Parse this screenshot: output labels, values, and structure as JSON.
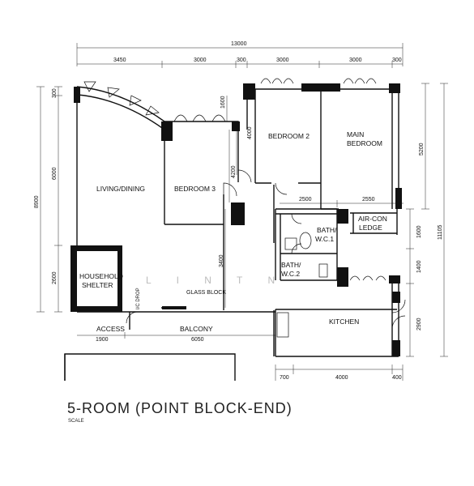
{
  "plan": {
    "title": "5-ROOM (POINT BLOCK-END)",
    "scale_label": "SCALE",
    "watermark": "L I N T N"
  },
  "rooms": {
    "living": "LIVING/DINING",
    "bedroom3": "BEDROOM 3",
    "bedroom2": "BEDROOM 2",
    "main_line1": "MAIN",
    "main_line2": "BEDROOM",
    "shelter_line1": "HOUSEHOLD",
    "shelter_line2": "SHELTER",
    "bath1_line1": "BATH/",
    "bath1_line2": "W.C.1",
    "bath2_line1": "BATH/",
    "bath2_line2": "W.C.2",
    "aircon_line1": "AIR-CON",
    "aircon_line2": "LEDGE",
    "kitchen": "KITCHEN",
    "access": "ACCESS",
    "balcony": "BALCONY",
    "glass_block": "GLASS BLOCK",
    "ic_drop": "I/C DROP"
  },
  "dimensions": {
    "overall_width": "13000",
    "top": [
      "3450",
      "3000",
      "300",
      "3000",
      "3000",
      "300"
    ],
    "left": [
      "300",
      "6000",
      "8900",
      "2600"
    ],
    "right": [
      "5200",
      "11105",
      "1600",
      "1400",
      "2900"
    ],
    "interior": {
      "d1600": "1600",
      "d4000": "4000",
      "d4200": "4200",
      "d3400": "3400",
      "d2500": "2500",
      "d2550": "2550"
    },
    "bottom": [
      "1900",
      "6050",
      "700",
      "4000",
      "400"
    ]
  }
}
